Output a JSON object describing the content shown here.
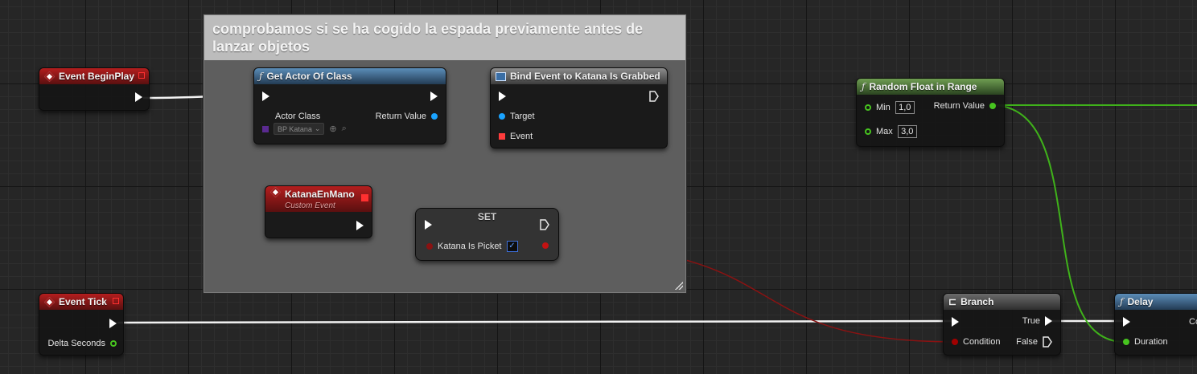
{
  "comment": {
    "text": "comprobamos si se ha cogido la espada previamente antes de lanzar objetos"
  },
  "nodes": {
    "event_begin_play": {
      "title": "Event BeginPlay"
    },
    "get_actor_of_class": {
      "title": "Get Actor Of Class",
      "actor_class_label": "Actor Class",
      "actor_class_value": "BP Katana",
      "return_value_label": "Return Value"
    },
    "bind_event": {
      "title": "Bind Event to Katana Is Grabbed",
      "target_label": "Target",
      "event_label": "Event"
    },
    "katana_en_mano": {
      "title": "KatanaEnMano",
      "subtitle": "Custom Event"
    },
    "set": {
      "title": "SET",
      "var_label": "Katana Is Picket",
      "checked": true
    },
    "random_float": {
      "title": "Random Float in Range",
      "min_label": "Min",
      "min_value": "1,0",
      "max_label": "Max",
      "max_value": "3,0",
      "return_value_label": "Return Value"
    },
    "event_tick": {
      "title": "Event Tick",
      "delta_label": "Delta Seconds"
    },
    "branch": {
      "title": "Branch",
      "condition_label": "Condition",
      "true_label": "True",
      "false_label": "False"
    },
    "delay": {
      "title": "Delay",
      "duration_label": "Duration",
      "completed_label": "Co"
    }
  },
  "colors": {
    "exec": "#ffffff",
    "object": "#1aa3ff",
    "delegate": "#ff3c3c",
    "bool": "#a00000",
    "float": "#47c41f"
  }
}
